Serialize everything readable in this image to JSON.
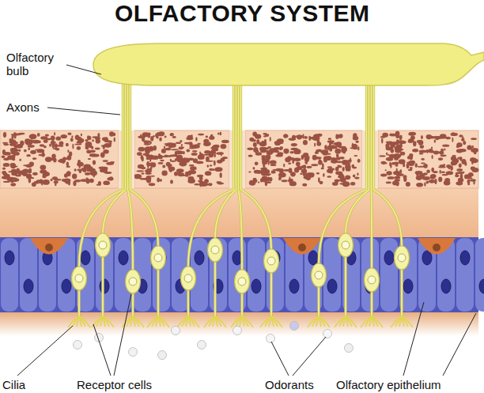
{
  "diagram": {
    "title": "OLFACTORY SYSTEM",
    "labels": [
      "Olfactory bulb",
      "Axons",
      "Cilia",
      "Receptor cells",
      "Odorants",
      "Olfactory epithelium"
    ]
  }
}
